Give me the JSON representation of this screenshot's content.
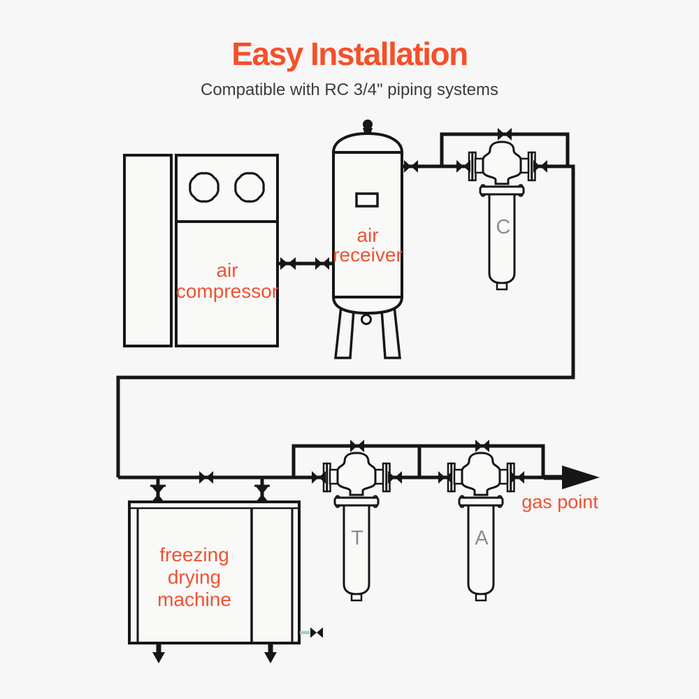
{
  "header": {
    "title": "Easy Installation",
    "subtitle": "Compatible with RC 3/4\" piping systems"
  },
  "colors": {
    "accent": "#f4502a",
    "diagram_label": "#ef5233",
    "line": "#161616",
    "filter_letter": "#8d8d8d",
    "drain_stem": "#a5c9d4",
    "background": "#f7f7f7"
  },
  "components": {
    "air_compressor": {
      "label_lines": [
        "air",
        "compressor"
      ]
    },
    "air_receiver": {
      "label_lines": [
        "air",
        "receiver"
      ]
    },
    "filter_c": {
      "letter": "C"
    },
    "filter_t": {
      "letter": "T"
    },
    "filter_a": {
      "letter": "A"
    },
    "freezing_drying_machine": {
      "label_lines": [
        "freezing",
        "drying",
        "machine"
      ]
    },
    "gas_point": {
      "label": "gas point"
    }
  }
}
